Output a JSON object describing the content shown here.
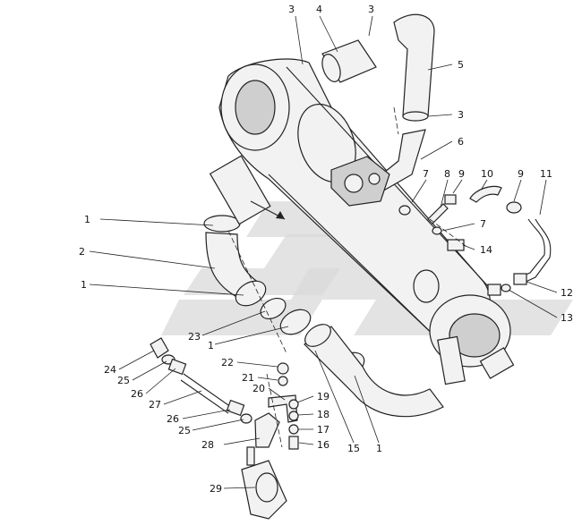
{
  "diagram": {
    "type": "exploded-parts-drawing",
    "callouts": [
      {
        "id": "c3a",
        "text": "3"
      },
      {
        "id": "c4",
        "text": "4"
      },
      {
        "id": "c3b",
        "text": "3"
      },
      {
        "id": "c5",
        "text": "5"
      },
      {
        "id": "c3c",
        "text": "3"
      },
      {
        "id": "c6",
        "text": "6"
      },
      {
        "id": "c7a",
        "text": "7"
      },
      {
        "id": "c8",
        "text": "8"
      },
      {
        "id": "c9a",
        "text": "9"
      },
      {
        "id": "c10",
        "text": "10"
      },
      {
        "id": "c9b",
        "text": "9"
      },
      {
        "id": "c11",
        "text": "11"
      },
      {
        "id": "c7b",
        "text": "7"
      },
      {
        "id": "c14",
        "text": "14"
      },
      {
        "id": "c1a",
        "text": "1"
      },
      {
        "id": "c2",
        "text": "2"
      },
      {
        "id": "c1b",
        "text": "1"
      },
      {
        "id": "c12",
        "text": "12"
      },
      {
        "id": "c13",
        "text": "13"
      },
      {
        "id": "c23",
        "text": "23"
      },
      {
        "id": "c1c",
        "text": "1"
      },
      {
        "id": "c22",
        "text": "22"
      },
      {
        "id": "c24",
        "text": "24"
      },
      {
        "id": "c25a",
        "text": "25"
      },
      {
        "id": "c21",
        "text": "21"
      },
      {
        "id": "c26a",
        "text": "26"
      },
      {
        "id": "c20",
        "text": "20"
      },
      {
        "id": "c19",
        "text": "19"
      },
      {
        "id": "c27",
        "text": "27"
      },
      {
        "id": "c18",
        "text": "18"
      },
      {
        "id": "c26b",
        "text": "26"
      },
      {
        "id": "c17",
        "text": "17"
      },
      {
        "id": "c25b",
        "text": "25"
      },
      {
        "id": "c28",
        "text": "28"
      },
      {
        "id": "c16",
        "text": "16"
      },
      {
        "id": "c15",
        "text": "15"
      },
      {
        "id": "c1d",
        "text": "1"
      },
      {
        "id": "c29",
        "text": "29"
      }
    ]
  }
}
